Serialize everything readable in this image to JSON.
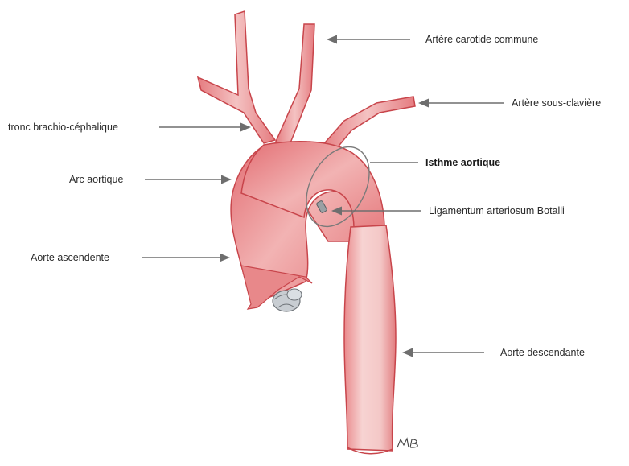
{
  "labels": {
    "carotid": "Artère carotide commune",
    "subclavian": "Artère sous-clavière",
    "brachiocephalic": "tronc brachio-céphalique",
    "isthmus": "Isthme aortique",
    "arch": "Arc aortique",
    "ligamentum": "Ligamentum arteriosum Botalli",
    "ascending": "Aorte ascendente",
    "descending": "Aorte descendante"
  },
  "signature": "MB",
  "colors": {
    "aorta_fill": "#e8888a",
    "aorta_stroke": "#c8454b",
    "valve": "#c8cdd2",
    "arrow": "#6e6e6e",
    "ellipse": "#7a7a7a"
  }
}
